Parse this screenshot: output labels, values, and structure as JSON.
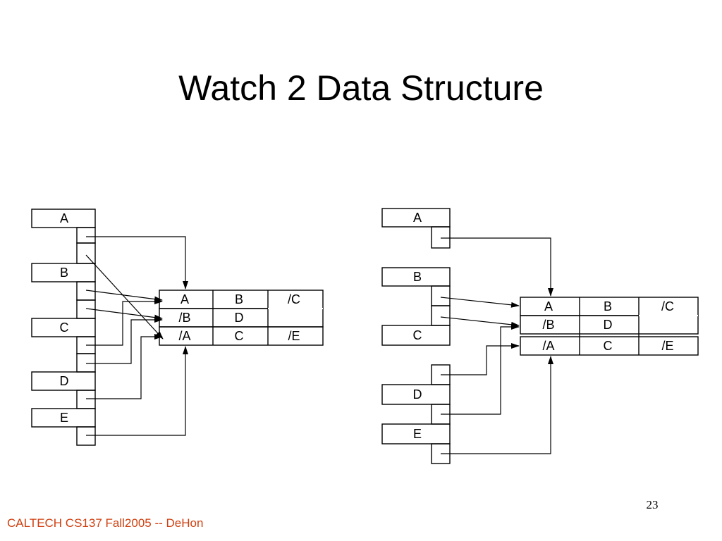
{
  "title": "Watch 2 Data Structure",
  "footer": "CALTECH CS137 Fall2005 -- DeHon",
  "page_number": "23",
  "left_diagram": {
    "variables": [
      "A",
      "B",
      "C",
      "D",
      "E"
    ],
    "table": [
      [
        "A",
        "B",
        "/C"
      ],
      [
        "/B",
        "D",
        ""
      ],
      [
        "/A",
        "C",
        "/E"
      ]
    ]
  },
  "right_diagram": {
    "variables": [
      "A",
      "B",
      "C",
      "D",
      "E"
    ],
    "table": [
      [
        "A",
        "B",
        "/C"
      ],
      [
        "/B",
        "D",
        ""
      ],
      [
        "/A",
        "C",
        "/E"
      ]
    ]
  }
}
